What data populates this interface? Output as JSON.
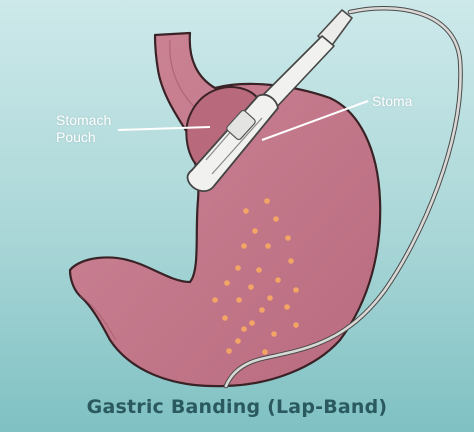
{
  "title": "Gastric Banding (Lap-Band)",
  "labels": {
    "pouch_line1": "Stomach",
    "pouch_line2": "Pouch",
    "stoma": "Stoma"
  },
  "colors": {
    "background_top": "#cde9ea",
    "background_bottom": "#7fc1c3",
    "stomach_fill": "#c4788a",
    "stomach_outline": "#3a2226",
    "pouch_fill": "#b86a7c",
    "band_fill": "#f1f1ef",
    "tube": "#d8d8d6",
    "dots": "#f3a566",
    "caption": "#2a5a60",
    "label_text": "#ffffff"
  },
  "icons": {
    "band": "gastric-band-device",
    "dots": "dotted-tissue-pattern"
  }
}
